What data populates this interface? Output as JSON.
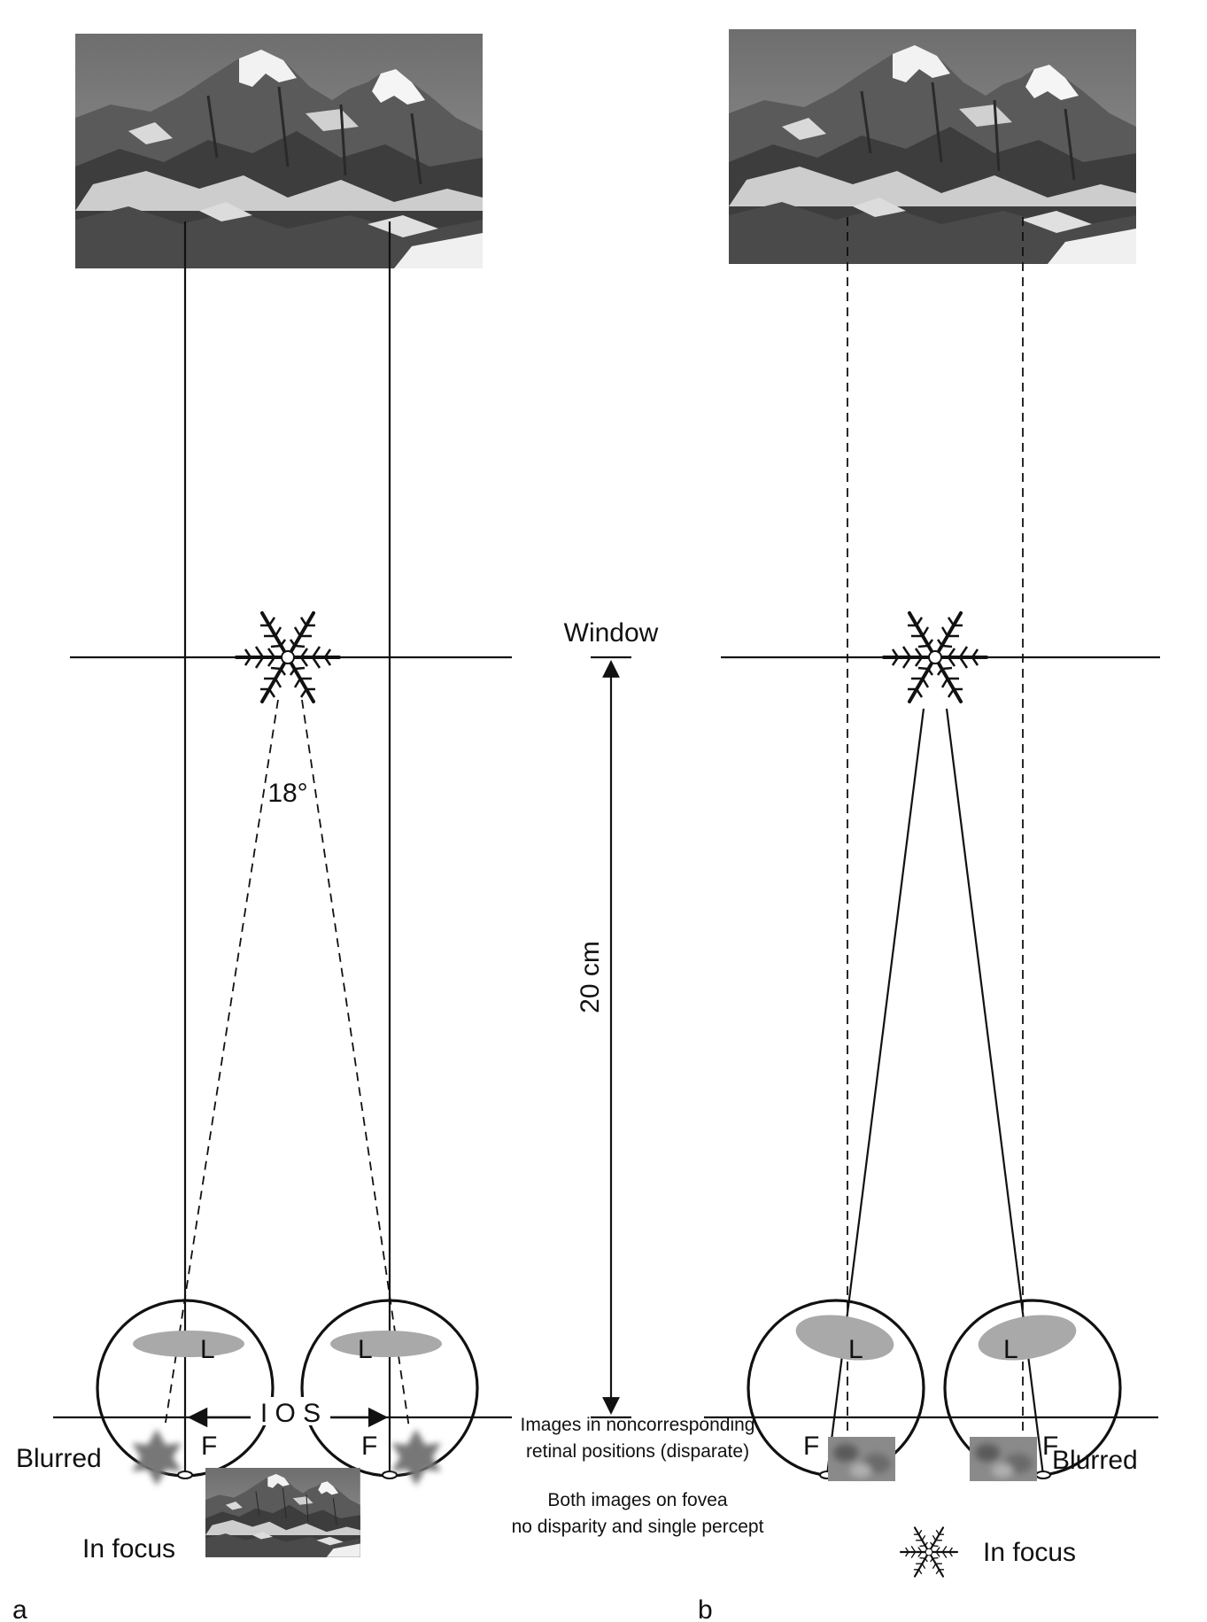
{
  "panel_a": {
    "panel_label": "a",
    "angle_label": "18°",
    "ios_label": "I O S",
    "eye_left": {
      "lens_label": "L",
      "fovea_label": "F"
    },
    "eye_right": {
      "lens_label": "L",
      "fovea_label": "F"
    },
    "blurred_label": "Blurred",
    "in_focus_label": "In focus"
  },
  "center": {
    "window_label": "Window",
    "distance_label": "20 cm",
    "caption_disparate_line1": "Images in noncorresponding",
    "caption_disparate_line2": "retinal positions (disparate)",
    "caption_fovea_line1": "Both images on fovea",
    "caption_fovea_line2": "no disparity and single percept"
  },
  "panel_b": {
    "panel_label": "b",
    "eye_left": {
      "lens_label": "L",
      "fovea_label": "F"
    },
    "eye_right": {
      "lens_label": "L",
      "fovea_label": "F"
    },
    "blurred_label": "Blurred",
    "in_focus_label": "In focus"
  }
}
